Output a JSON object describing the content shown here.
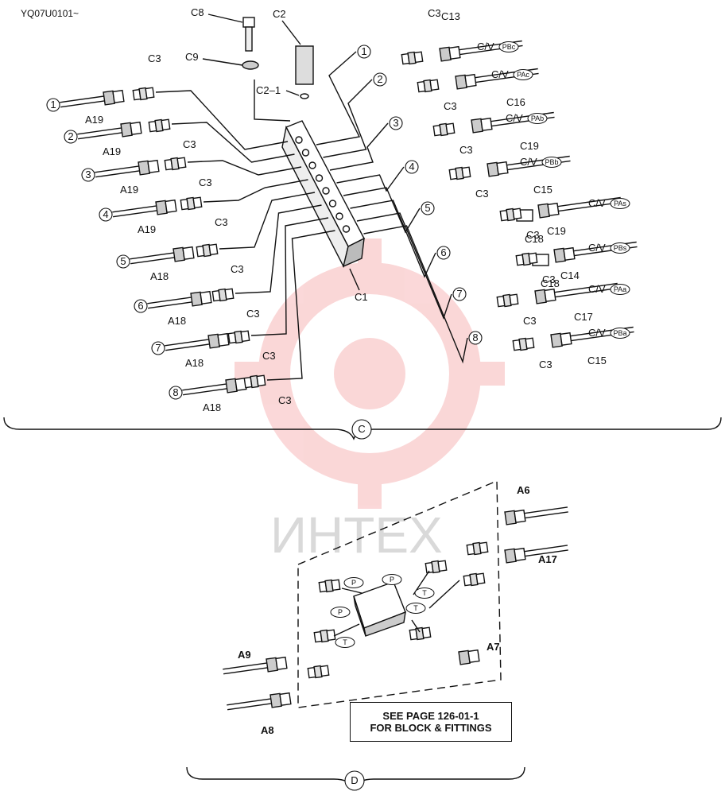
{
  "document": {
    "code": "YQ07U0101~"
  },
  "watermark": {
    "text": "ИНТЕХ",
    "color": "#e8262a"
  },
  "section_c": {
    "view_label": "C",
    "top_parts": {
      "c8": "C8",
      "c9": "C9",
      "c2": "C2",
      "c2_1": "C2–1",
      "c1": "C1"
    },
    "left_lines": [
      {
        "n": "1",
        "hose": "A19",
        "fitting": "C3"
      },
      {
        "n": "2",
        "hose": "A19",
        "fitting": "C3"
      },
      {
        "n": "3",
        "hose": "A19",
        "fitting": "C3"
      },
      {
        "n": "4",
        "hose": "A19",
        "fitting": "C3"
      },
      {
        "n": "5",
        "hose": "A18",
        "fitting": "C3"
      },
      {
        "n": "6",
        "hose": "A18",
        "fitting": "C3"
      },
      {
        "n": "7",
        "hose": "A18",
        "fitting": "C3"
      },
      {
        "n": "8",
        "hose": "A18",
        "fitting": "C3"
      }
    ],
    "right_lines": [
      {
        "n": "1",
        "fitting": "C3",
        "hose": "C13",
        "cv": "C/V",
        "port": "PBc"
      },
      {
        "n": "2",
        "fitting": "C3",
        "hose": "C16",
        "cv": "C/V",
        "port": "PAc"
      },
      {
        "n": "3",
        "fitting": "C3",
        "hose": "C19",
        "cv": "C/V",
        "port": "PAb"
      },
      {
        "n": "4",
        "fitting": "C3",
        "hose": "C15",
        "cv": "C/V",
        "port": "PBb"
      },
      {
        "n": "5",
        "adapter": "C18",
        "fitting": "C3",
        "hose": "C19",
        "cv": "C/V",
        "port": "PAs"
      },
      {
        "n": "6",
        "adapter": "C18",
        "fitting": "C3",
        "hose": "C14",
        "cv": "C/V",
        "port": "PBs"
      },
      {
        "n": "7",
        "fitting": "C3",
        "hose": "C17",
        "cv": "C/V",
        "port": "PAa"
      },
      {
        "n": "8",
        "fitting": "C3",
        "hose": "C15",
        "cv": "C/V",
        "port": "PBa"
      }
    ]
  },
  "section_d": {
    "view_label": "D",
    "hoses": {
      "a6": "A6",
      "a17": "A17",
      "a7": "A7",
      "a9": "A9",
      "a8": "A8"
    },
    "ports": {
      "p": "P",
      "t": "T"
    },
    "note_line1": "SEE PAGE 126-01-1",
    "note_line2": "FOR BLOCK & FITTINGS"
  }
}
